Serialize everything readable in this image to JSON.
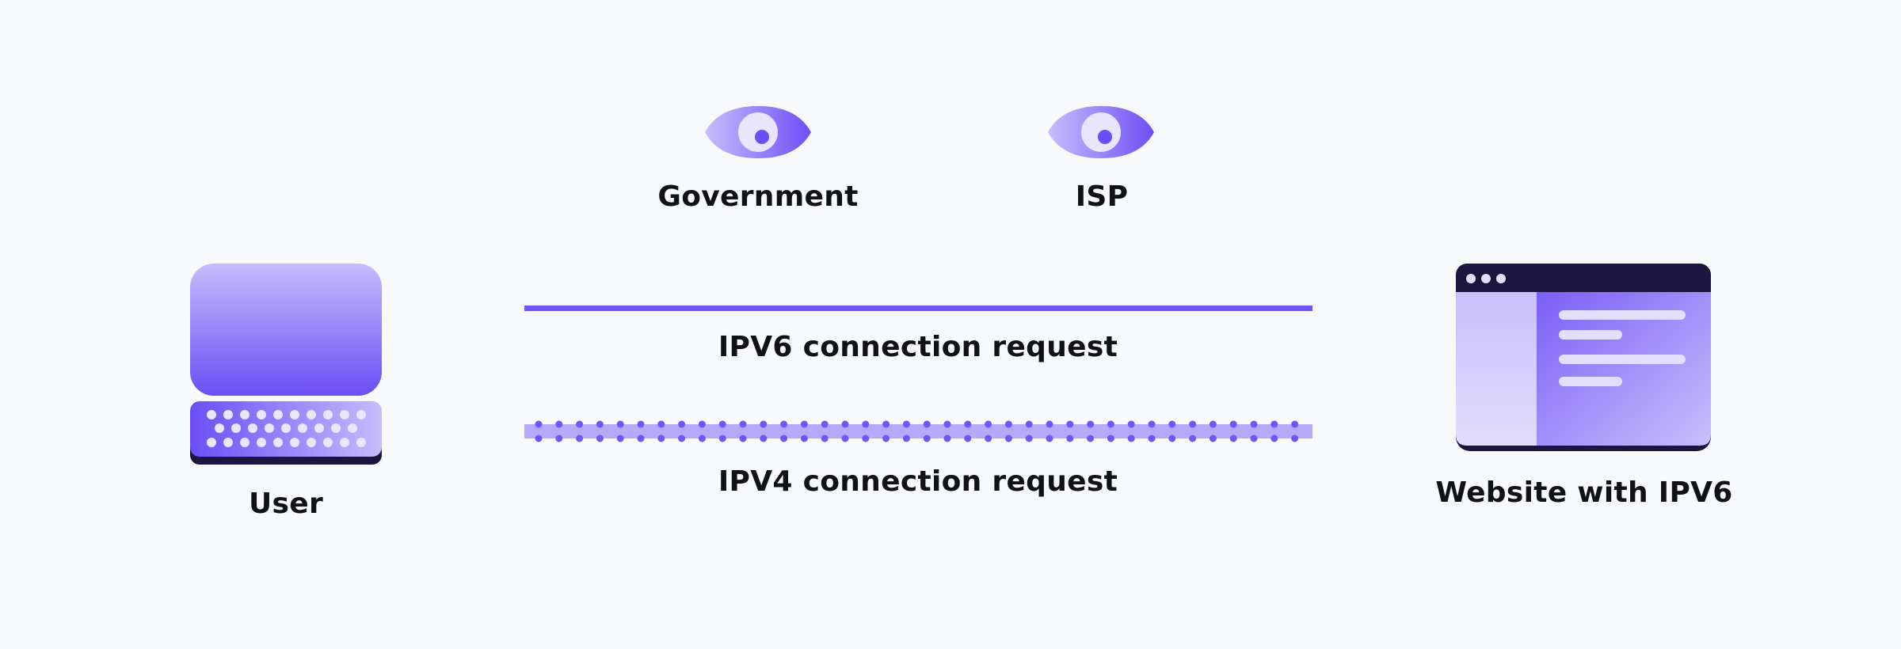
{
  "observers": [
    {
      "label": "Government",
      "icon": "eye-icon"
    },
    {
      "label": "ISP",
      "icon": "eye-icon"
    }
  ],
  "user": {
    "label": "User",
    "icon": "desktop-computer-icon"
  },
  "website": {
    "label": "Website with IPV6",
    "icon": "browser-window-icon"
  },
  "connections": [
    {
      "label": "IPV6 connection request",
      "style": "solid"
    },
    {
      "label": "IPV4 connection request",
      "style": "dotted"
    }
  ],
  "colors": {
    "accent": "#7155f5",
    "accent_light": "#b6a9fb",
    "dark": "#1b1540",
    "background": "#f8f9fb"
  }
}
